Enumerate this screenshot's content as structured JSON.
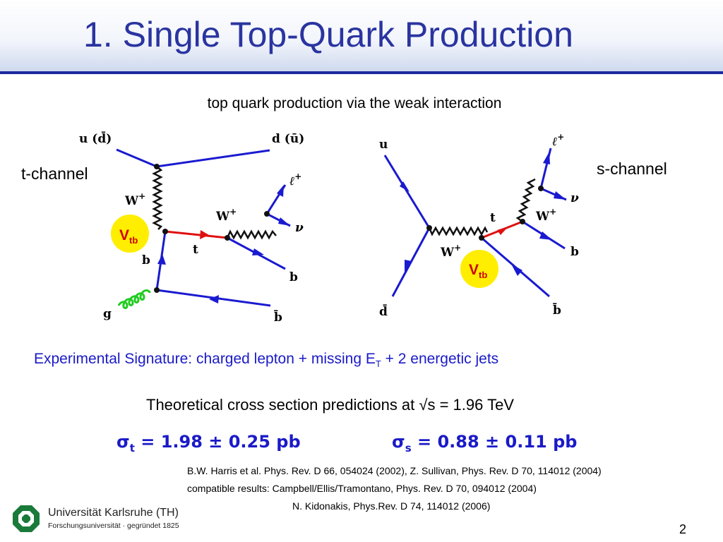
{
  "slide": {
    "title": "1. Single Top-Quark Production",
    "subtitle": "top quark production via the weak interaction",
    "t_channel_label": "t-channel",
    "s_channel_label": "s-channel",
    "signature_prefix": "Experimental Signature: charged lepton + missing E",
    "signature_sub": "T",
    "signature_suffix": " + 2 energetic jets",
    "theory_text": "Theoretical cross section predictions at √s = 1.96 TeV",
    "sigma_t": {
      "symbol": "σ",
      "sub": "t",
      "value": " = 1.98 ± 0.25 pb"
    },
    "sigma_s": {
      "symbol": "σ",
      "sub": "s",
      "value": " = 0.88 ± 0.11 pb"
    },
    "references": [
      "B.W. Harris et al. Phys. Rev. D 66, 054024 (2002), Z. Sullivan, Phys. Rev. D 70, 114012 (2004)",
      "compatible results: Campbell/Ellis/Tramontano, Phys. Rev. D 70, 094012 (2004)",
      "N. Kidonakis, Phys.Rev. D 74, 114012 (2006)"
    ],
    "logo_name": "Universität Karlsruhe (TH)",
    "logo_tagline": "Forschungsuniversität · gegründet 1825",
    "page_number": "2"
  },
  "t_diagram": {
    "u_label": "u (d̄)",
    "d_label": "d (ū)",
    "W_label": "W",
    "W_sup": "+",
    "W2_label": "W",
    "W2_sup": "+",
    "lepton_label": "ℓ",
    "lepton_sup": "+",
    "nu_label": "ν",
    "t_label": "t",
    "b_label": "b",
    "b_out_label": "b",
    "g_label": "g",
    "bbar_label": "b̄",
    "vtb_V": "V",
    "vtb_sub": "tb"
  },
  "s_diagram": {
    "u_label": "u",
    "dbar_label": "d̄",
    "W_label": "W",
    "W_sup": "+",
    "t_label": "t",
    "W2_label": "W",
    "W2_sup": "+",
    "lepton_label": "ℓ",
    "lepton_sup": "+",
    "nu_label": "ν",
    "b_label": "b",
    "bbar_label": "b̄",
    "vtb_V": "V",
    "vtb_sub": "tb"
  },
  "colors": {
    "title": "#2a34a0",
    "fermion_line": "#1a1ad0",
    "top_line": "#e01010",
    "gluon": "#22cc22",
    "vtb_circle": "#ffee00",
    "vtb_text": "#d00000",
    "header_rule": "#1b2aa0",
    "logo_green": "#1a7a3a"
  }
}
